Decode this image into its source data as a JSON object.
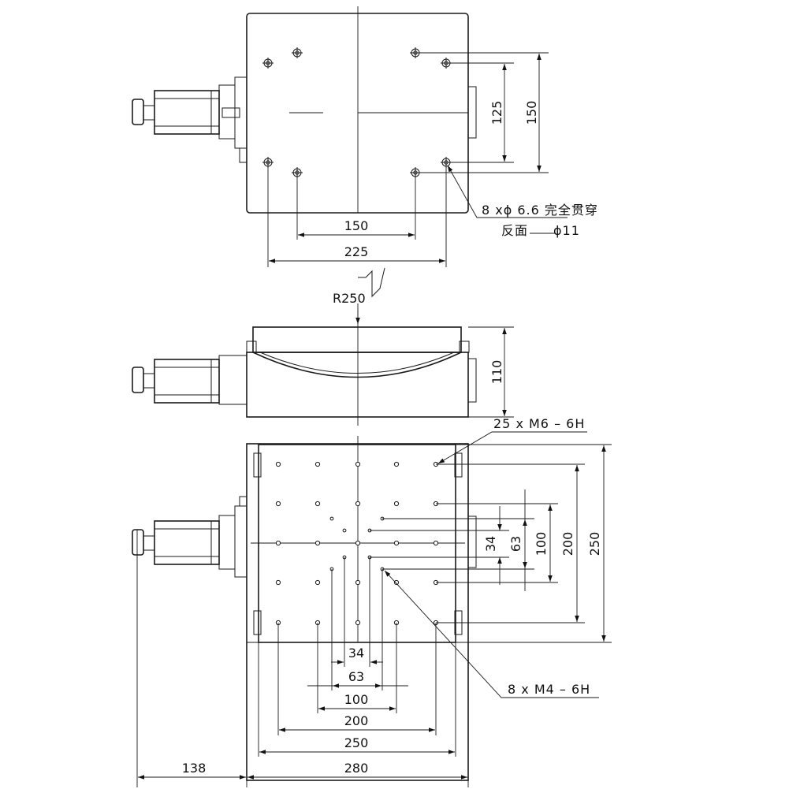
{
  "top_view": {
    "dim_holes_vertical_inner": "125",
    "dim_holes_vertical_outer": "150",
    "dim_holes_horizontal_inner": "150",
    "dim_holes_horizontal_outer": "225",
    "note_holes_line1": "8 xϕ  6.6 完全贯穿",
    "note_holes_line2": "反面",
    "note_holes_line2_dia": "ϕ11"
  },
  "front_view": {
    "radius_label": "R250",
    "dim_height": "110"
  },
  "plan_view": {
    "note_m6": "25 x  M6 – 6H",
    "note_m4": "8 x  M4 – 6H",
    "vertical_dims": [
      "34",
      "63",
      "100",
      "200",
      "250"
    ],
    "horizontal_dims": [
      "34",
      "63",
      "100",
      "200",
      "250",
      "280"
    ],
    "dim_motor_offset": "138"
  }
}
